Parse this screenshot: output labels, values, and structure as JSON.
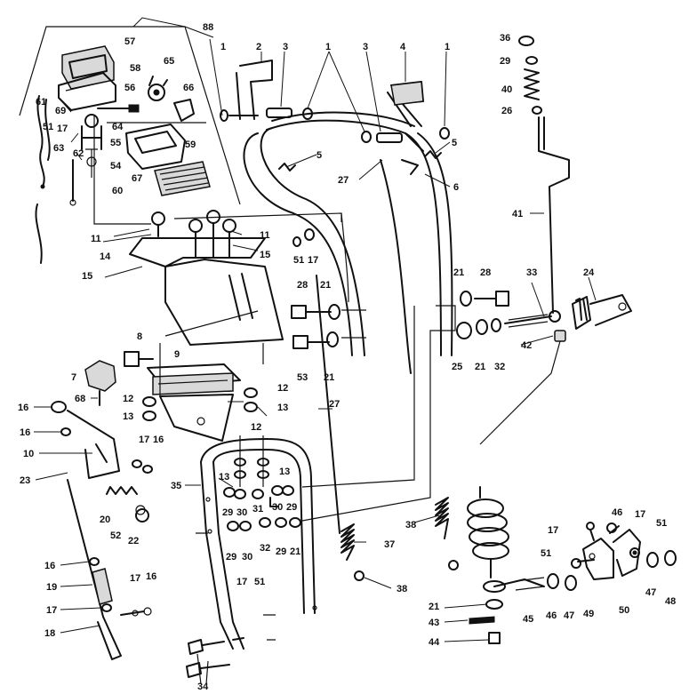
{
  "callouts": [
    {
      "id": "c88",
      "text": "88"
    },
    {
      "id": "c57",
      "text": "57"
    },
    {
      "id": "c58",
      "text": "58"
    },
    {
      "id": "c65",
      "text": "65"
    },
    {
      "id": "c56",
      "text": "56"
    },
    {
      "id": "c66",
      "text": "66"
    },
    {
      "id": "c61",
      "text": "61"
    },
    {
      "id": "c51a",
      "text": "51"
    },
    {
      "id": "c17a",
      "text": "17"
    },
    {
      "id": "c69",
      "text": "69"
    },
    {
      "id": "c62",
      "text": "62"
    },
    {
      "id": "c64",
      "text": "64"
    },
    {
      "id": "c55",
      "text": "55"
    },
    {
      "id": "c59",
      "text": "59"
    },
    {
      "id": "c63",
      "text": "63"
    },
    {
      "id": "c54",
      "text": "54"
    },
    {
      "id": "c67",
      "text": "67"
    },
    {
      "id": "c60",
      "text": "60"
    },
    {
      "id": "c1a",
      "text": "1"
    },
    {
      "id": "c2",
      "text": "2"
    },
    {
      "id": "c3a",
      "text": "3"
    },
    {
      "id": "c1b",
      "text": "1"
    },
    {
      "id": "c3b",
      "text": "3"
    },
    {
      "id": "c4",
      "text": "4"
    },
    {
      "id": "c1c",
      "text": "1"
    },
    {
      "id": "c5a",
      "text": "5"
    },
    {
      "id": "c5b",
      "text": "5"
    },
    {
      "id": "c6",
      "text": "6"
    },
    {
      "id": "c27a",
      "text": "27"
    },
    {
      "id": "c36",
      "text": "36"
    },
    {
      "id": "c29",
      "text": "29"
    },
    {
      "id": "c40",
      "text": "40"
    },
    {
      "id": "c26",
      "text": "26"
    },
    {
      "id": "c41",
      "text": "41"
    },
    {
      "id": "c11a",
      "text": "11"
    },
    {
      "id": "c11b",
      "text": "11"
    },
    {
      "id": "c14",
      "text": "14"
    },
    {
      "id": "c15a",
      "text": "15"
    },
    {
      "id": "c15b",
      "text": "15"
    },
    {
      "id": "c51b",
      "text": "51"
    },
    {
      "id": "c17b",
      "text": "17"
    },
    {
      "id": "c28a",
      "text": "28"
    },
    {
      "id": "c21a",
      "text": "21"
    },
    {
      "id": "c28b",
      "text": "28"
    },
    {
      "id": "c21b",
      "text": "21"
    },
    {
      "id": "c33",
      "text": "33"
    },
    {
      "id": "c24",
      "text": "24"
    },
    {
      "id": "c8",
      "text": "8"
    },
    {
      "id": "c53",
      "text": "53"
    },
    {
      "id": "c21c",
      "text": "21"
    },
    {
      "id": "c25",
      "text": "25"
    },
    {
      "id": "c21d",
      "text": "21"
    },
    {
      "id": "c32a",
      "text": "32"
    },
    {
      "id": "c42",
      "text": "42"
    },
    {
      "id": "c9",
      "text": "9"
    },
    {
      "id": "c7",
      "text": "7"
    },
    {
      "id": "c68",
      "text": "68"
    },
    {
      "id": "c12a",
      "text": "12"
    },
    {
      "id": "c12b",
      "text": "12"
    },
    {
      "id": "c13a",
      "text": "13"
    },
    {
      "id": "c13b",
      "text": "13"
    },
    {
      "id": "c16a",
      "text": "16"
    },
    {
      "id": "c16b",
      "text": "16"
    },
    {
      "id": "c16c",
      "text": "16"
    },
    {
      "id": "c17c",
      "text": "17"
    },
    {
      "id": "c27b",
      "text": "27"
    },
    {
      "id": "c10",
      "text": "10"
    },
    {
      "id": "c12c",
      "text": "12"
    },
    {
      "id": "c13c",
      "text": "13"
    },
    {
      "id": "c13d",
      "text": "13"
    },
    {
      "id": "c23",
      "text": "23"
    },
    {
      "id": "c35",
      "text": "35"
    },
    {
      "id": "c29b",
      "text": "29"
    },
    {
      "id": "c30a",
      "text": "30"
    },
    {
      "id": "c31",
      "text": "31"
    },
    {
      "id": "c30b",
      "text": "30"
    },
    {
      "id": "c29c",
      "text": "29"
    },
    {
      "id": "c20",
      "text": "20"
    },
    {
      "id": "c52",
      "text": "52"
    },
    {
      "id": "c22",
      "text": "22"
    },
    {
      "id": "c29d",
      "text": "29"
    },
    {
      "id": "c30c",
      "text": "30"
    },
    {
      "id": "c32b",
      "text": "32"
    },
    {
      "id": "c29e",
      "text": "29"
    },
    {
      "id": "c21e",
      "text": "21"
    },
    {
      "id": "c38a",
      "text": "38"
    },
    {
      "id": "c37",
      "text": "37"
    },
    {
      "id": "c46a",
      "text": "46"
    },
    {
      "id": "c17d",
      "text": "17"
    },
    {
      "id": "c51c",
      "text": "51"
    },
    {
      "id": "c16d",
      "text": "16"
    },
    {
      "id": "c17e",
      "text": "17"
    },
    {
      "id": "c51d",
      "text": "51"
    },
    {
      "id": "c19",
      "text": "19"
    },
    {
      "id": "c17f",
      "text": "17"
    },
    {
      "id": "c16e",
      "text": "16"
    },
    {
      "id": "c17g",
      "text": "17"
    },
    {
      "id": "c17h",
      "text": "17"
    },
    {
      "id": "c51e",
      "text": "51"
    },
    {
      "id": "c38b",
      "text": "38"
    },
    {
      "id": "c21f",
      "text": "21"
    },
    {
      "id": "c18",
      "text": "18"
    },
    {
      "id": "c43",
      "text": "43"
    },
    {
      "id": "c45",
      "text": "45"
    },
    {
      "id": "c46b",
      "text": "46"
    },
    {
      "id": "c47a",
      "text": "47"
    },
    {
      "id": "c49",
      "text": "49"
    },
    {
      "id": "c50",
      "text": "50"
    },
    {
      "id": "c47b",
      "text": "47"
    },
    {
      "id": "c48",
      "text": "48"
    },
    {
      "id": "c34",
      "text": "34"
    },
    {
      "id": "c44",
      "text": "44"
    }
  ]
}
